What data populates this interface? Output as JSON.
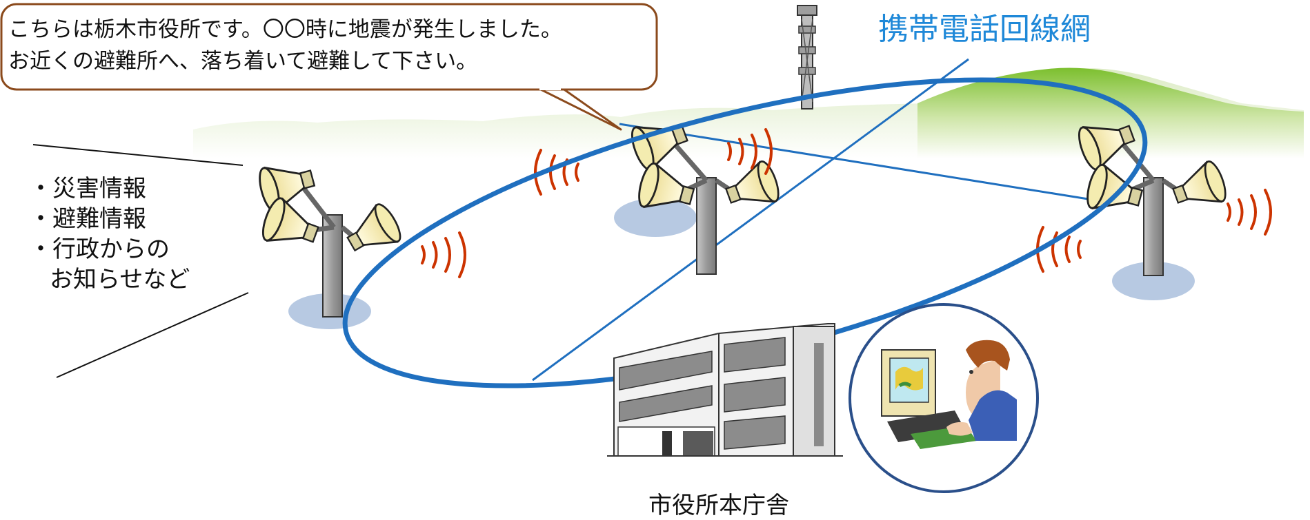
{
  "callout": {
    "line1": "こちらは栃木市役所です。〇〇時に地震が発生しました。",
    "line2": "お近くの避難所へ、落ち着いて避難して下さい。"
  },
  "network_label": "携帯電話回線網",
  "info_list": {
    "items": [
      "・災害情報",
      "・避難情報",
      "・行政からの"
    ],
    "continuation": "お知らせなど"
  },
  "building_label": "市役所本庁舎",
  "colors": {
    "network_blue": "#1f6fbf",
    "label_blue": "#1e88d8",
    "callout_border": "#8b4a1c",
    "sound_wave": "#cc3300",
    "hills": "#8cc63f",
    "speaker_cream": "#f7efb5",
    "pole_gray": "#a0a0a0",
    "ground_shadow": "#b7c9e2"
  },
  "icons": [
    "loudspeaker-icon",
    "radio-tower-icon",
    "office-building-icon",
    "operator-at-computer-icon",
    "sound-wave-icon"
  ]
}
